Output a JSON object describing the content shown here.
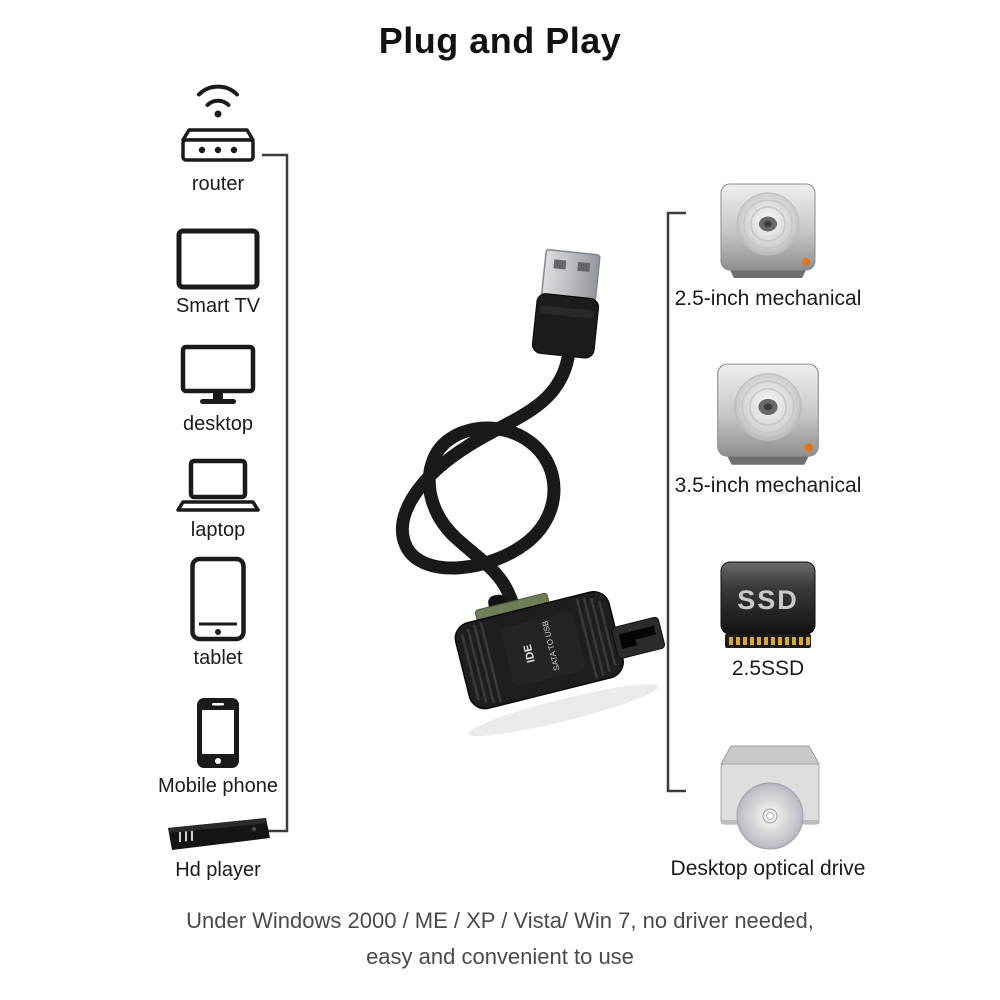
{
  "title": "Plug and Play",
  "left_devices": [
    {
      "label": "router"
    },
    {
      "label": "Smart TV"
    },
    {
      "label": "desktop"
    },
    {
      "label": "laptop"
    },
    {
      "label": "tablet"
    },
    {
      "label": "Mobile phone"
    },
    {
      "label": "Hd player"
    }
  ],
  "right_devices": [
    {
      "label": "2.5-inch mechanical"
    },
    {
      "label": "3.5-inch mechanical"
    },
    {
      "label": "2.5SSD",
      "icon_text": "SSD"
    },
    {
      "label": "Desktop optical drive"
    }
  ],
  "adapter": {
    "text_top": "IDE",
    "text_bottom": "SATA TO USB"
  },
  "footer": {
    "line1": "Under Windows 2000 / ME / XP / Vista/ Win 7, no driver needed,",
    "line2": "easy and convenient to use"
  },
  "colors": {
    "led_orange": "#e0751f",
    "pin_gold": "#d8a73e",
    "line_gray": "#3c3c3c"
  }
}
